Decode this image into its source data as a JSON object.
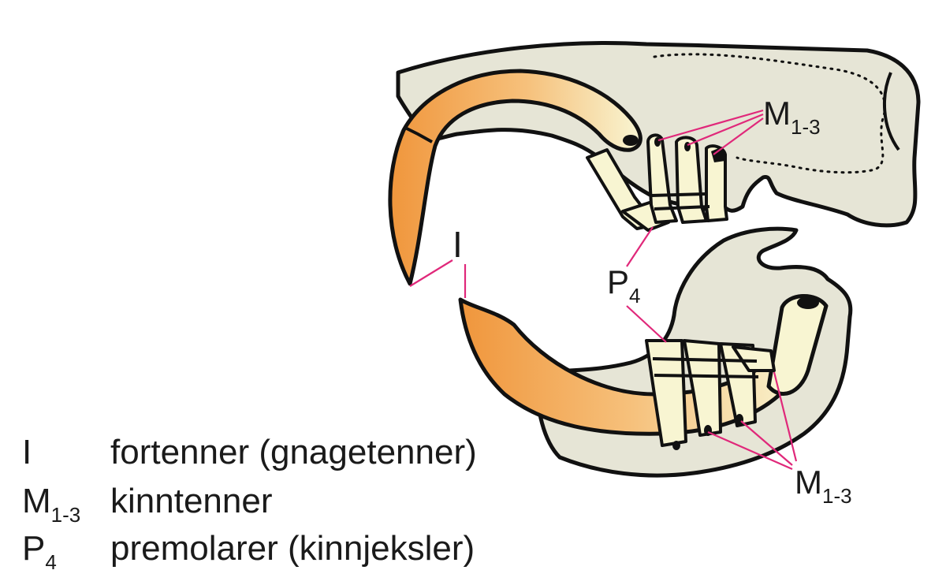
{
  "labels": {
    "incisor": "I",
    "molar_upper": {
      "main": "M",
      "sub": "1-3"
    },
    "premolar": {
      "main": "P",
      "sub": "4"
    },
    "molar_lower": {
      "main": "M",
      "sub": "1-3"
    }
  },
  "legend": [
    {
      "symbol": "I",
      "sub": "",
      "text": "fortenner (gnagetenner)"
    },
    {
      "symbol": "M",
      "sub": "1-3",
      "text": "kinntenner"
    },
    {
      "symbol": "P",
      "sub": "4",
      "text": "premolarer (kinnjeksler)"
    }
  ],
  "colors": {
    "bone": "#e6e5d6",
    "tooth": "#f8f5d2",
    "incisor": "#f0963c",
    "leader": "#e0287a",
    "outline": "#111111"
  }
}
